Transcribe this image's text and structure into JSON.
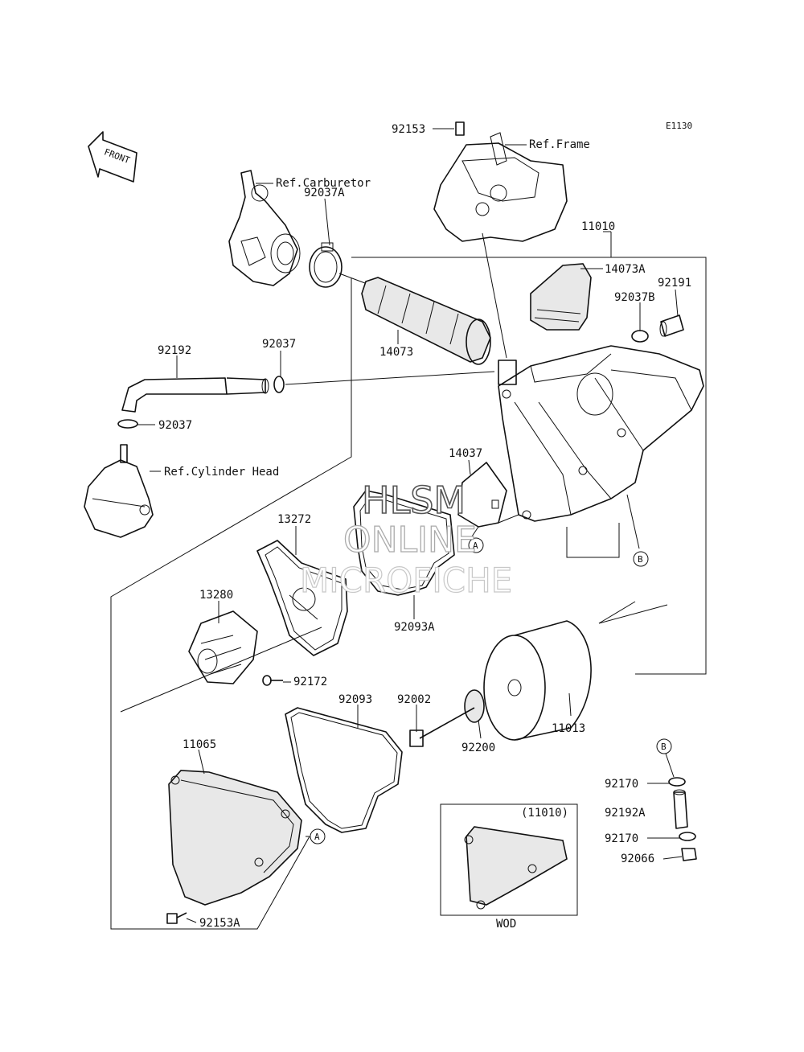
{
  "diagram_code": "E1130",
  "front_label": "FRONT",
  "watermark": {
    "line1": "HLSM",
    "line2": "ONLINE",
    "line3": "MICROFICHE"
  },
  "callouts": {
    "p92153": "92153",
    "ref_frame": "Ref.Frame",
    "ref_carburetor": "Ref.Carburetor",
    "p92037A": "92037A",
    "p11010": "11010",
    "p14073A": "14073A",
    "p92191": "92191",
    "p92037B": "92037B",
    "p92192": "92192",
    "p92037_top": "92037",
    "p14073": "14073",
    "p92037_bottom": "92037",
    "ref_cylinder_head": "Ref.Cylinder Head",
    "p14037": "14037",
    "p13272": "13272",
    "p13280": "13280",
    "p92093A": "92093A",
    "p92172": "92172",
    "p92093": "92093",
    "p92002": "92002",
    "p92200": "92200",
    "p11013": "11013",
    "p11065": "11065",
    "p92153A": "92153A",
    "p92170_top": "92170",
    "p92192A": "92192A",
    "p92170_bottom": "92170",
    "p92066": "92066",
    "wod_part": "(11010)",
    "wod_label": "WOD",
    "marker_a1": "A",
    "marker_a2": "A",
    "marker_b1": "B",
    "marker_b2": "B"
  }
}
